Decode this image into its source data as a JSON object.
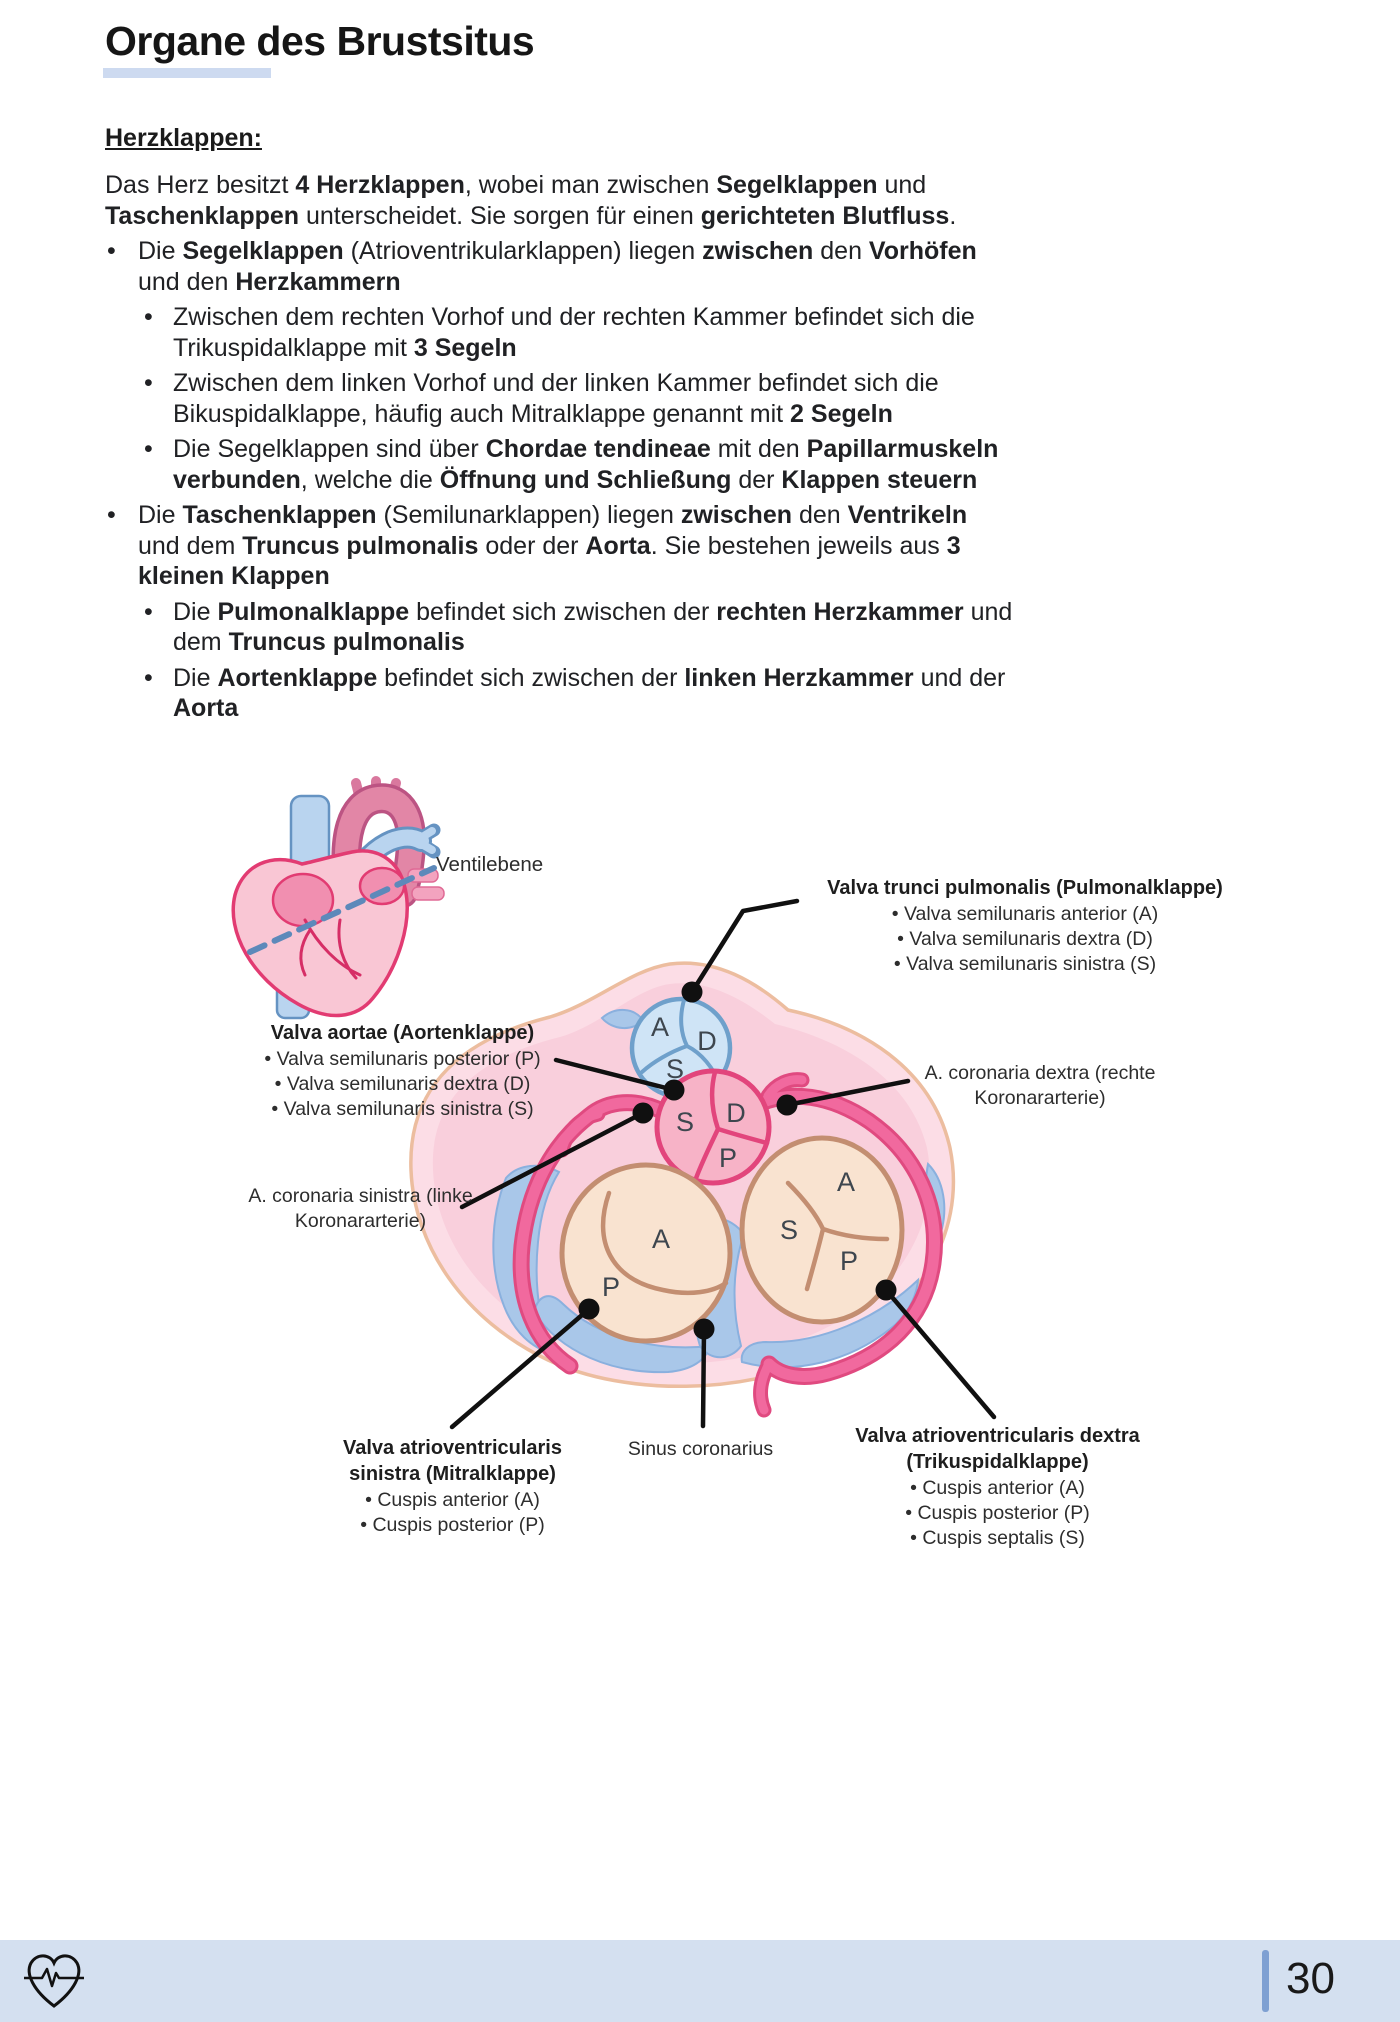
{
  "page": {
    "title": "Organe des Brustsitus",
    "page_number": "30"
  },
  "section": {
    "heading": "Herzklappen:"
  },
  "content": {
    "intro": [
      {
        "t": "Das Herz besitzt "
      },
      {
        "t": "4 Herzklappen",
        "b": true
      },
      {
        "t": ", wobei man zwischen "
      },
      {
        "t": "Segelklappen",
        "b": true
      },
      {
        "t": " und "
      },
      {
        "t": "Taschenklappen",
        "b": true
      },
      {
        "t": " unterscheidet. Sie sorgen für einen "
      },
      {
        "t": "gerichteten Blutfluss",
        "b": true
      },
      {
        "t": "."
      }
    ],
    "items": [
      {
        "level": 1,
        "segments": [
          {
            "t": "Die "
          },
          {
            "t": "Segelklappen",
            "b": true
          },
          {
            "t": " (Atrioventrikularklappen) liegen "
          },
          {
            "t": "zwischen",
            "b": true
          },
          {
            "t": " den "
          },
          {
            "t": "Vorhöfen",
            "b": true
          },
          {
            "t": " und den "
          },
          {
            "t": "Herzkammern",
            "b": true
          }
        ]
      },
      {
        "level": 2,
        "segments": [
          {
            "t": "Zwischen dem rechten Vorhof und der rechten Kammer befindet sich die Trikuspidalklappe mit "
          },
          {
            "t": "3 Segeln",
            "b": true
          }
        ]
      },
      {
        "level": 2,
        "segments": [
          {
            "t": "Zwischen dem linken Vorhof und der linken Kammer befindet sich die Bikuspidalklappe, häufig auch Mitralklappe genannt mit "
          },
          {
            "t": "2 Segeln",
            "b": true
          }
        ]
      },
      {
        "level": 2,
        "segments": [
          {
            "t": "Die Segelklappen sind über "
          },
          {
            "t": "Chordae tendineae",
            "b": true
          },
          {
            "t": " mit den "
          },
          {
            "t": "Papillarmuskeln verbunden",
            "b": true
          },
          {
            "t": ", welche die "
          },
          {
            "t": "Öffnung und Schließung",
            "b": true
          },
          {
            "t": " der "
          },
          {
            "t": "Klappen steuern",
            "b": true
          }
        ]
      },
      {
        "level": 1,
        "segments": [
          {
            "t": "Die "
          },
          {
            "t": "Taschenklappen",
            "b": true
          },
          {
            "t": " (Semilunarklappen) liegen "
          },
          {
            "t": "zwischen",
            "b": true
          },
          {
            "t": " den "
          },
          {
            "t": "Ventrikeln",
            "b": true
          },
          {
            "t": " und dem "
          },
          {
            "t": "Truncus pulmonalis",
            "b": true
          },
          {
            "t": " oder der "
          },
          {
            "t": "Aorta",
            "b": true
          },
          {
            "t": ". Sie bestehen jeweils aus "
          },
          {
            "t": "3 kleinen Klappen",
            "b": true
          }
        ]
      },
      {
        "level": 2,
        "segments": [
          {
            "t": "Die "
          },
          {
            "t": "Pulmonalklappe",
            "b": true
          },
          {
            "t": " befindet sich zwischen der "
          },
          {
            "t": "rechten Herzkammer",
            "b": true
          },
          {
            "t": " und dem "
          },
          {
            "t": "Truncus pulmonalis",
            "b": true
          }
        ]
      },
      {
        "level": 2,
        "segments": [
          {
            "t": "Die "
          },
          {
            "t": "Aortenklappe",
            "b": true
          },
          {
            "t": " befindet sich zwischen der "
          },
          {
            "t": "linken Herzkammer",
            "b": true
          },
          {
            "t": " und der "
          },
          {
            "t": "Aorta",
            "b": true
          }
        ]
      }
    ]
  },
  "diagram": {
    "ventilebene": "Ventilebene",
    "pulmonal": {
      "title": "Valva trunci pulmonalis (Pulmonalklappe)",
      "items": [
        "Valva semilunaris anterior (A)",
        "Valva semilunaris dextra (D)",
        "Valva semilunaris sinistra (S)"
      ]
    },
    "aortae": {
      "title": "Valva aortae (Aortenklappe)",
      "items": [
        "Valva semilunaris posterior (P)",
        "Valva semilunaris dextra (D)",
        "Valva semilunaris sinistra (S)"
      ]
    },
    "coronaria_dextra": "A. coronaria dextra (rechte Koronararterie)",
    "coronaria_sinistra": "A. coronaria sinistra (linke Koronararterie)",
    "mitralis": {
      "title": "Valva atrioventricularis sinistra (Mitralklappe)",
      "items": [
        "Cuspis anterior (A)",
        "Cuspis posterior (P)"
      ]
    },
    "sinus": "Sinus coronarius",
    "tricuspidalis": {
      "title": "Valva atrioventricularis dextra (Trikuspidalklappe)",
      "items": [
        "Cuspis anterior (A)",
        "Cuspis posterior (P)",
        "Cuspis septalis (S)"
      ]
    },
    "cusps": {
      "pulmonal": [
        "A",
        "D",
        "S"
      ],
      "aortic": [
        "S",
        "D",
        "P"
      ],
      "mitral": [
        "A",
        "P"
      ],
      "tricuspid": [
        "A",
        "S",
        "P"
      ]
    }
  },
  "colors": {
    "accent_underline": "#cddaf0",
    "footer_bg": "#d4e0f0",
    "footer_accent": "#7ea0d2",
    "blob_fill": "#fcdde6",
    "blob_inner": "#f9cfdc",
    "blob_stroke": "#ecbd9f",
    "valve_blue": "#cfe4f6",
    "valve_blue_stroke": "#6fa0cb",
    "valve_pink": "#f7b3c7",
    "valve_pink_stroke": "#e2457c",
    "valve_beige": "#f9e3d0",
    "valve_beige_stroke": "#c38e71",
    "artery_pink": "#f1699e",
    "artery_dark": "#e04a80",
    "sinus_blue": "#a9c7e9",
    "heart_body": "#f9c6d4",
    "heart_outline": "#e23b72",
    "pointer": "#101010"
  }
}
